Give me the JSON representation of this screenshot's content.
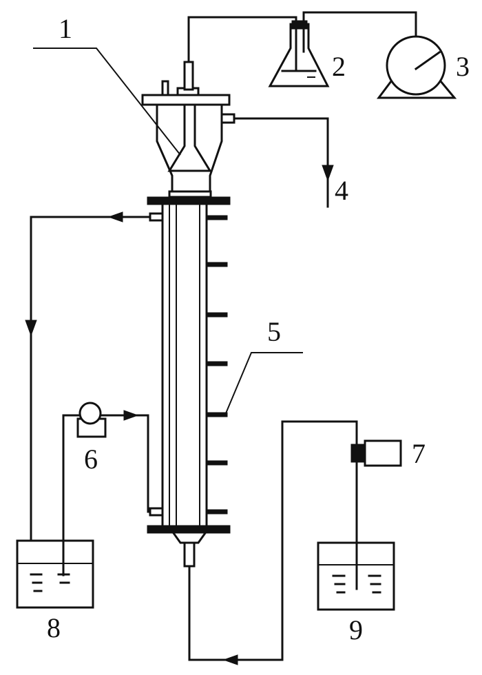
{
  "labels": {
    "label_1": "1",
    "label_2": "2",
    "label_3": "3",
    "label_4": "4",
    "label_5": "5",
    "label_6": "6",
    "label_7": "7",
    "label_8": "8",
    "label_9": "9"
  },
  "colors": {
    "ink": "#111111",
    "background": "#ffffff"
  }
}
